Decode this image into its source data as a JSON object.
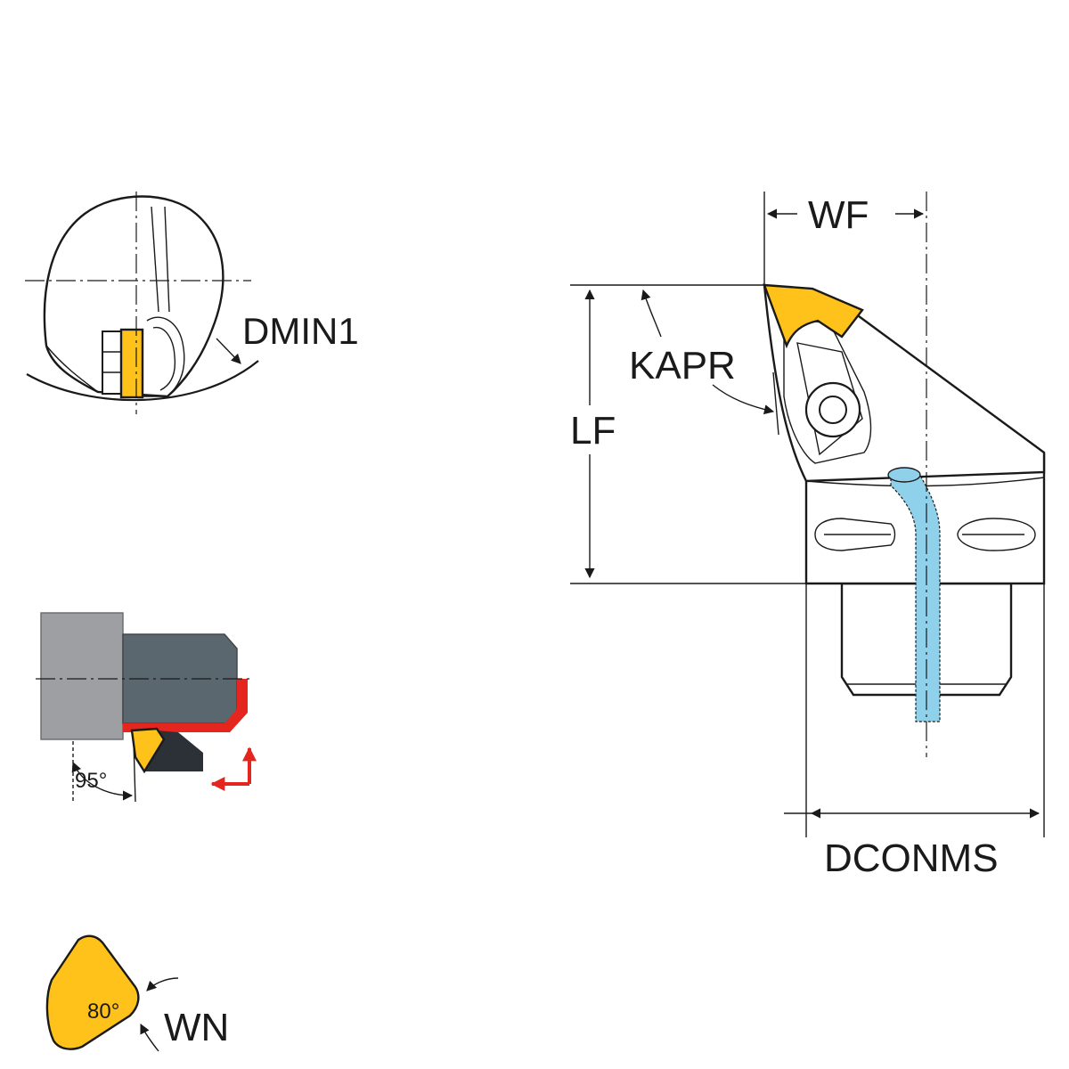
{
  "labels": {
    "wf": "WF",
    "kapr": "KAPR",
    "lf": "LF",
    "dconms": "DCONMS",
    "dmin1": "DMIN1",
    "wn": "WN",
    "angle_95": "95°",
    "angle_80": "80°"
  },
  "colors": {
    "insert": "#ffc21a",
    "coolant": "#8fd0ea",
    "holder_light": "#9d9fa2",
    "holder_dark": "#5a676e",
    "cut_red": "#e5261e",
    "insert_dark": "#2b3136"
  }
}
